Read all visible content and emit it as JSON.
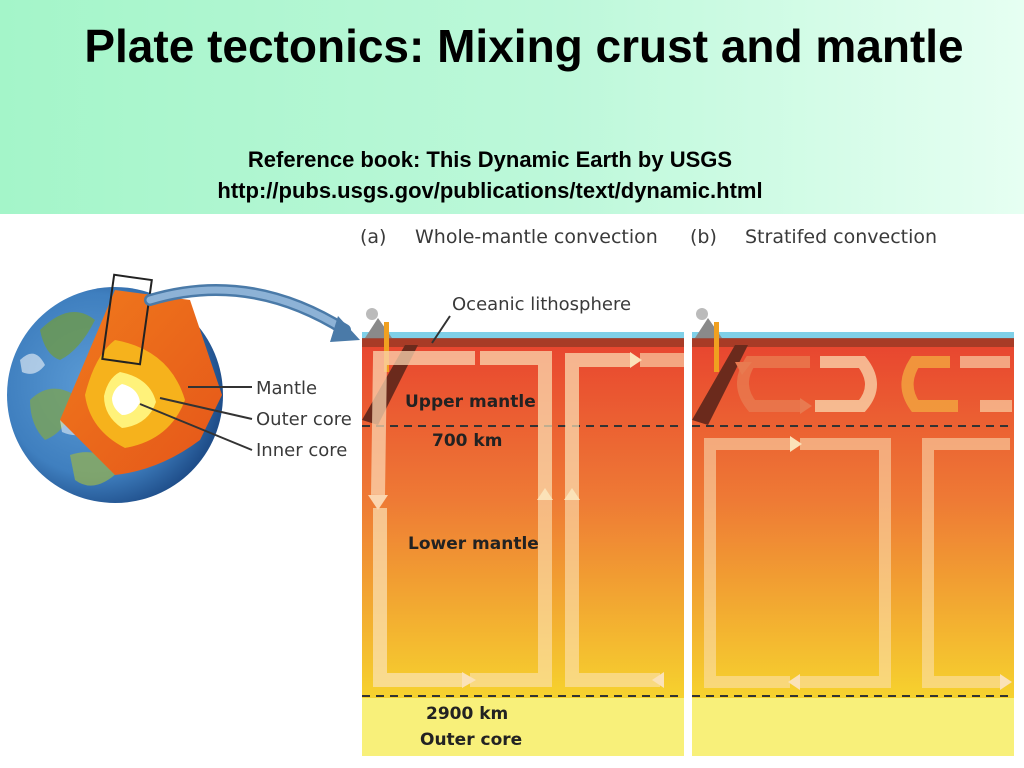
{
  "slide": {
    "title": "Plate tectonics: Mixing crust and mantle",
    "reference_line1": "Reference book: This Dynamic Earth by USGS",
    "reference_line2": "http://pubs.usgs.gov/publications/text/dynamic.html"
  },
  "earth_labels": {
    "mantle": "Mantle",
    "outer_core": "Outer core",
    "inner_core": "Inner core"
  },
  "panel_a": {
    "tag": "(a)",
    "heading": "Whole-mantle convection",
    "oceanic_lithosphere": "Oceanic lithosphere",
    "upper_mantle": "Upper mantle",
    "depth_700": "700 km",
    "lower_mantle": "Lower mantle",
    "depth_2900": "2900 km",
    "outer_core": "Outer core"
  },
  "panel_b": {
    "tag": "(b)",
    "heading": "Stratifed convection"
  },
  "colors": {
    "header_bg": "#a4f5c9",
    "ocean": "#7fd0e8",
    "mantle_top": "#e8442f",
    "mantle_bottom": "#f6d22e",
    "core_band": "#f8f07a"
  }
}
